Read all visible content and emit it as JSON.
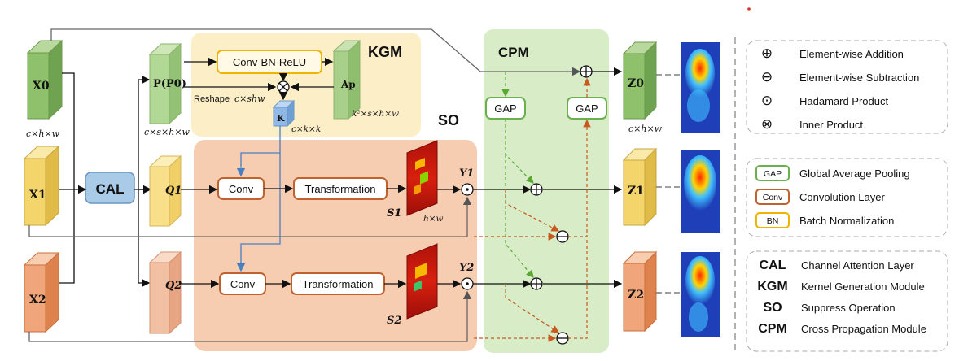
{
  "modules": {
    "kgm": "KGM",
    "so": "SO",
    "cpm": "CPM"
  },
  "inputs": {
    "x0": "X0",
    "x1": "X1",
    "x2": "X2",
    "dim": "c×h×w"
  },
  "cal": "CAL",
  "branch": {
    "p": "P(P0)",
    "p_dim": "c×s×h×w",
    "q1": "Q1",
    "q2": "Q2",
    "reshape": "Reshape",
    "reshape_dim": "c×shw",
    "conv_bn": "Conv-BN-ReLU",
    "ap": "Ap",
    "ap_dim": "k²×s×h×w",
    "k": "K",
    "k_dim": "c×k×k"
  },
  "so": {
    "conv": "Conv",
    "transformation": "Transformation",
    "s1": "S1",
    "s2": "S2",
    "s_dim": "h×w",
    "y1": "Y1",
    "y2": "Y2"
  },
  "cpm": {
    "gap": "GAP"
  },
  "outputs": {
    "z0": "Z0",
    "z1": "Z1",
    "z2": "Z2",
    "dim": "c×h×w"
  },
  "legend_ops": [
    {
      "symbol": "⊕",
      "text": "Element-wise Addition"
    },
    {
      "symbol": "⊖",
      "text": "Element-wise Subtraction"
    },
    {
      "symbol": "⊙",
      "text": "Hadamard Product"
    },
    {
      "symbol": "⊗",
      "text": "Inner Product"
    }
  ],
  "legend_blocks": [
    {
      "tag": "GAP",
      "text": "Global Average Pooling",
      "color": "#6ab04c"
    },
    {
      "tag": "Conv",
      "text": "Convolution Layer",
      "color": "#c0622e"
    },
    {
      "tag": "BN",
      "text": "Batch Normalization",
      "color": "#f0b400"
    }
  ],
  "legend_abbr": [
    {
      "abbr": "CAL",
      "text": "Channel Attention Layer"
    },
    {
      "abbr": "KGM",
      "text": "Kernel Generation Module"
    },
    {
      "abbr": "SO",
      "text": "Suppress Operation"
    },
    {
      "abbr": "CPM",
      "text": "Cross Propagation Module"
    }
  ],
  "colors": {
    "green": "#8fc06b",
    "yellow": "#f4d56b",
    "orange": "#f0a57a",
    "kgm_bg": "#fcefc8",
    "so_bg": "#f7cdb1",
    "cpm_bg": "#d7ecc7"
  }
}
